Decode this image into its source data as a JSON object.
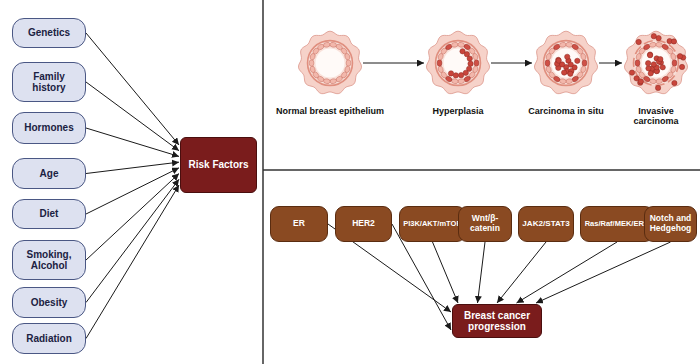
{
  "diagram": {
    "nodes": [
      {
        "text": [
          "Genetics"
        ]
      },
      {
        "text": [
          "Family history"
        ]
      },
      {
        "text": [
          "Hormones"
        ]
      },
      {
        "text": [
          "Age"
        ]
      },
      {
        "text": [
          "Diet"
        ]
      },
      {
        "text": [
          "Smoking, Alcohol"
        ]
      },
      {
        "text": [
          "Obesity"
        ]
      },
      {
        "text": [
          "Radiation"
        ]
      },
      {
        "text": [
          "Risk Factors"
        ]
      },
      {
        "text": [
          "Normal breast epithelium"
        ]
      },
      {
        "text": [
          "Hyperplasia"
        ]
      },
      {
        "text": [
          "Carcinoma in situ"
        ]
      },
      {
        "text": [
          "Invasive carcinoma"
        ]
      },
      {
        "text": [
          "ER"
        ]
      },
      {
        "text": [
          "HER2"
        ]
      },
      {
        "text": [
          "PI3K/AKT/mTOR"
        ]
      },
      {
        "text": [
          "Wnt/β-catenin"
        ]
      },
      {
        "text": [
          "JAK2/STAT3"
        ]
      },
      {
        "text": [
          "Ras/Raf/MEK/ERK"
        ]
      },
      {
        "text": [
          "Notch and Hedgehog"
        ]
      },
      {
        "text": [
          "Breast cancer progression"
        ]
      }
    ],
    "edges": [
      {
        "from": 0,
        "to": 8,
        "arrow": "to"
      },
      {
        "from": 1,
        "to": 8,
        "arrow": "to"
      },
      {
        "from": 2,
        "to": 8,
        "arrow": "to"
      },
      {
        "from": 3,
        "to": 8,
        "arrow": "to"
      },
      {
        "from": 4,
        "to": 8,
        "arrow": "to"
      },
      {
        "from": 5,
        "to": 8,
        "arrow": "to"
      },
      {
        "from": 6,
        "to": 8,
        "arrow": "to"
      },
      {
        "from": 7,
        "to": 8,
        "arrow": "to"
      },
      {
        "from": 9,
        "to": 10,
        "arrow": "to"
      },
      {
        "from": 10,
        "to": 11,
        "arrow": "to"
      },
      {
        "from": 11,
        "to": 12,
        "arrow": "to"
      },
      {
        "from": 13,
        "to": 20,
        "arrow": "to"
      },
      {
        "from": 14,
        "to": 20,
        "arrow": "to"
      },
      {
        "from": 15,
        "to": 20,
        "arrow": "to"
      },
      {
        "from": 16,
        "to": 20,
        "arrow": "to"
      },
      {
        "from": 17,
        "to": 20,
        "arrow": "to"
      },
      {
        "from": 18,
        "to": 20,
        "arrow": "to"
      },
      {
        "from": 19,
        "to": 20,
        "arrow": "to"
      }
    ]
  }
}
